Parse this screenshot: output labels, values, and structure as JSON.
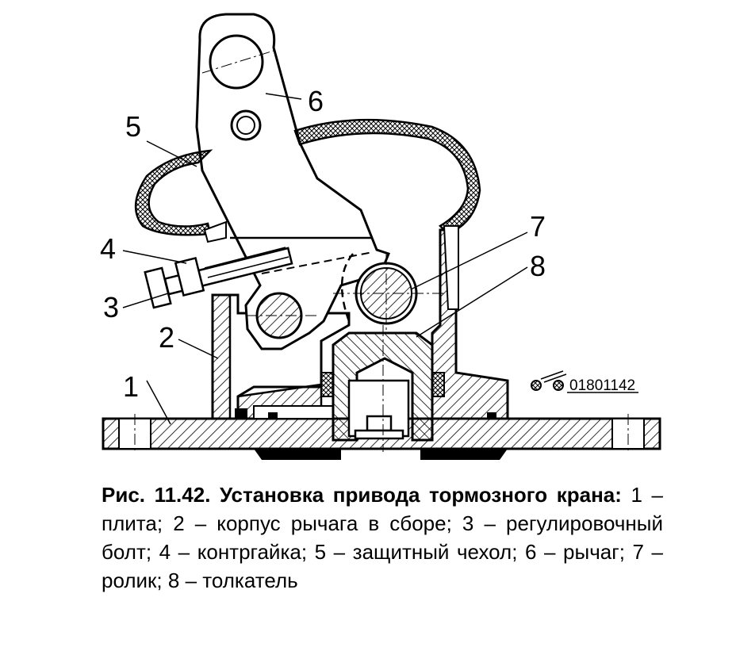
{
  "figure": {
    "callouts": {
      "c1": "1",
      "c2": "2",
      "c3": "3",
      "c4": "4",
      "c5": "5",
      "c6": "6",
      "c7": "7",
      "c8": "8"
    },
    "code": "01801142"
  },
  "caption": {
    "prefix": "Рис. 11.42. Установка привода тормозного крана:",
    "items": [
      "1 – плита;",
      "2 – корпус рычага в сборе;",
      "3 – регулировочный болт;",
      "4 – контргайка;",
      "5 – защитный чехол;",
      "6 – рычаг;",
      "7 – ролик;",
      "8 – толкатель"
    ]
  }
}
